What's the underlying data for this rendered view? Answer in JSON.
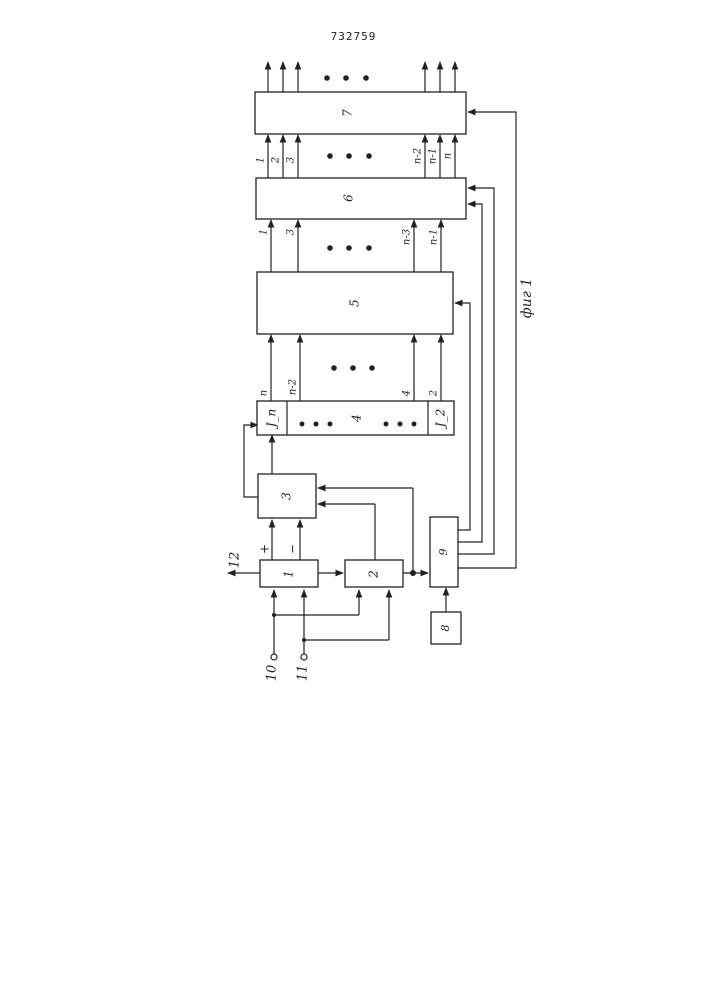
{
  "document": {
    "number": "732759"
  },
  "figure": {
    "caption": "фиг 1"
  },
  "blocks": [
    {
      "id": "b1",
      "label": "1"
    },
    {
      "id": "b2",
      "label": "2"
    },
    {
      "id": "b3",
      "label": "3"
    },
    {
      "id": "b4",
      "label": "4",
      "left_cell": "J_n",
      "right_cell": "J_2"
    },
    {
      "id": "b5",
      "label": "5"
    },
    {
      "id": "b6",
      "label": "6"
    },
    {
      "id": "b7",
      "label": "7"
    },
    {
      "id": "b8",
      "label": "8"
    },
    {
      "id": "b9",
      "label": "9"
    }
  ],
  "terminals": [
    {
      "id": "in10",
      "label": "10"
    },
    {
      "id": "in11",
      "label": "11"
    },
    {
      "id": "out12",
      "label": "12"
    }
  ],
  "signs": {
    "plus": "+",
    "minus": "−"
  },
  "bus_labels": {
    "b4_to_b5": [
      "n",
      "n-2",
      "4",
      "2"
    ],
    "b5_to_b6": [
      "1",
      "3",
      "n-3",
      "n-1"
    ],
    "b6_to_b7": [
      "1",
      "2",
      "3",
      "n-2",
      "n-1",
      "n"
    ]
  }
}
